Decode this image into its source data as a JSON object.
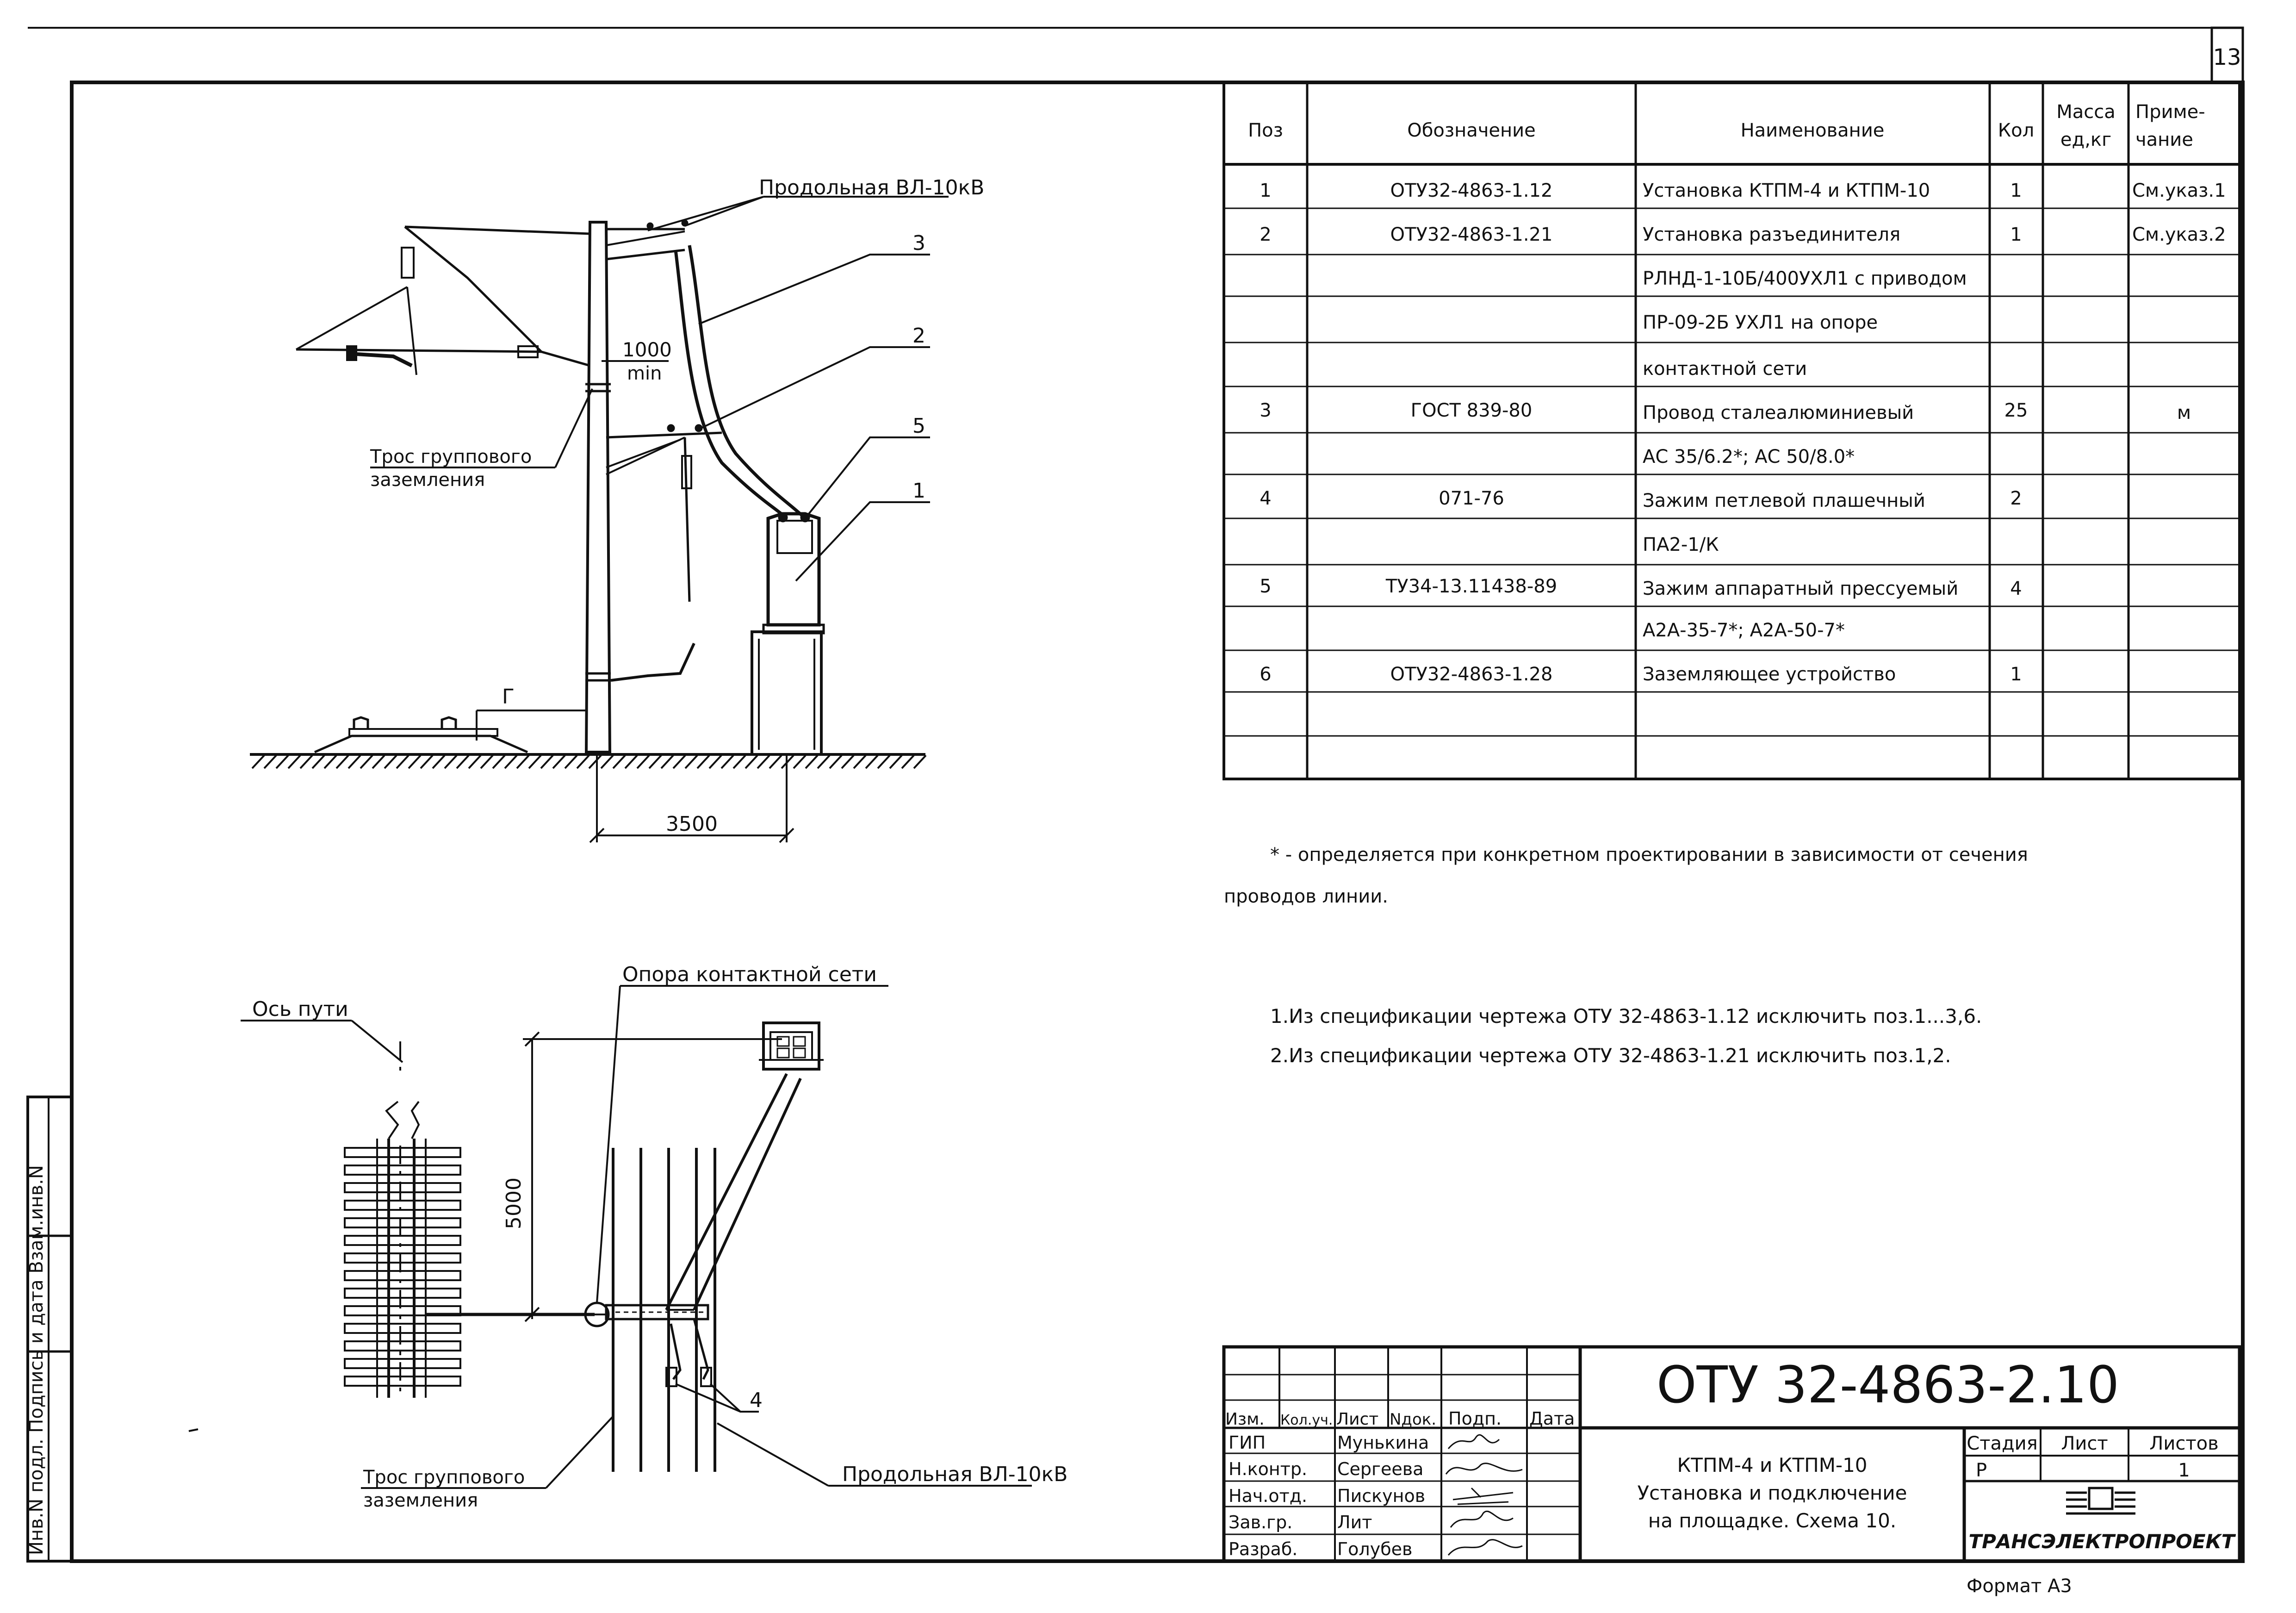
{
  "sheet_number": "13",
  "spec_table": {
    "headers": {
      "pos": "Поз",
      "designation": "Обозначение",
      "name": "Наименование",
      "qty": "Кол",
      "mass_1": "Масса",
      "mass_2": "ед,кг",
      "note_1": "Приме-",
      "note_2": "чание"
    },
    "rows": [
      {
        "pos": "1",
        "designation": "ОТУ32-4863-1.12",
        "name": "Установка КТПМ-4 и КТПМ-10",
        "qty": "1",
        "mass": "",
        "note": "См.указ.1"
      },
      {
        "pos": "2",
        "designation": "ОТУ32-4863-1.21",
        "name": "Установка разъединителя",
        "qty": "1",
        "mass": "",
        "note": "См.указ.2"
      },
      {
        "pos": "",
        "designation": "",
        "name": "РЛНД-1-10Б/400УХЛ1 с приводом",
        "qty": "",
        "mass": "",
        "note": ""
      },
      {
        "pos": "",
        "designation": "",
        "name": "ПР-09-2Б УХЛ1 на опоре",
        "qty": "",
        "mass": "",
        "note": ""
      },
      {
        "pos": "",
        "designation": "",
        "name": "контактной сети",
        "qty": "",
        "mass": "",
        "note": ""
      },
      {
        "pos": "3",
        "designation": "ГОСТ 839-80",
        "name": "Провод сталеалюминиевый",
        "qty": "25",
        "mass": "",
        "note": "м"
      },
      {
        "pos": "",
        "designation": "",
        "name": "АС 35/6.2*; АС 50/8.0*",
        "qty": "",
        "mass": "",
        "note": ""
      },
      {
        "pos": "4",
        "designation": "071-76",
        "name": "Зажим петлевой плашечный",
        "qty": "2",
        "mass": "",
        "note": ""
      },
      {
        "pos": "",
        "designation": "",
        "name": "ПА2-1/К",
        "qty": "",
        "mass": "",
        "note": ""
      },
      {
        "pos": "5",
        "designation": "ТУ34-13.11438-89",
        "name": "Зажим аппаратный прессуемый",
        "qty": "4",
        "mass": "",
        "note": ""
      },
      {
        "pos": "",
        "designation": "",
        "name": "А2А-35-7*; А2А-50-7*",
        "qty": "",
        "mass": "",
        "note": ""
      },
      {
        "pos": "6",
        "designation": "ОТУ32-4863-1.28",
        "name": "Заземляющее устройство",
        "qty": "1",
        "mass": "",
        "note": ""
      },
      {
        "pos": "",
        "designation": "",
        "name": "",
        "qty": "",
        "mass": "",
        "note": ""
      },
      {
        "pos": "",
        "designation": "",
        "name": "",
        "qty": "",
        "mass": "",
        "note": ""
      }
    ]
  },
  "footnote_line1": "* - определяется при конкретном проектировании в зависимости от сечения",
  "footnote_line2": "проводов линии.",
  "notes": [
    "1.Из спецификации чертежа ОТУ 32-4863-1.12 исключить поз.1...3,6.",
    "2.Из спецификации чертежа ОТУ 32-4863-1.21 исключить поз.1,2."
  ],
  "elevation_view": {
    "label_line": "Продольная ВЛ-10кВ",
    "label_rope_1": "Трос группового",
    "label_rope_2": "заземления",
    "dim_1000": "1000",
    "dim_min": "min",
    "dim_3500": "3500",
    "label_g": "Г",
    "pos_3": "3",
    "pos_2": "2",
    "pos_5": "5",
    "pos_1": "1"
  },
  "plan_view": {
    "label_track_axis": "Ось пути",
    "label_support": "Опора контактной сети",
    "dim_5000": "5000",
    "pos_4": "4",
    "label_rope_1": "Трос группового",
    "label_rope_2": "заземления",
    "label_line": "Продольная ВЛ-10кВ"
  },
  "side_stamp": "Инв.N подл. Подпись и дата Взам.инв.N",
  "title_block": {
    "doc_code": "ОТУ 32-4863-2.10",
    "col_headers": [
      "Изм.",
      "Кол.уч.",
      "Лист",
      "Nдок.",
      "Подп.",
      "Дата"
    ],
    "roles": [
      {
        "role": "ГИП",
        "name": "Мунькина"
      },
      {
        "role": "Н.контр.",
        "name": "Сергеева"
      },
      {
        "role": "Нач.отд.",
        "name": "Пискунов"
      },
      {
        "role": "Зав.гр.",
        "name": "Лит"
      },
      {
        "role": "Разраб.",
        "name": "Голубев"
      }
    ],
    "title_line1": "КТПМ-4 и КТПМ-10",
    "title_line2": "Установка и подключение",
    "title_line3": "на площадке. Схема 10.",
    "stage_label": "Стадия",
    "sheet_label": "Лист",
    "sheets_label": "Листов",
    "stage_value": "Р",
    "sheet_value": "",
    "sheets_value": "1",
    "org": "ТРАНСЭЛЕКТРОПРОЕКТ",
    "format": "Формат А3"
  }
}
